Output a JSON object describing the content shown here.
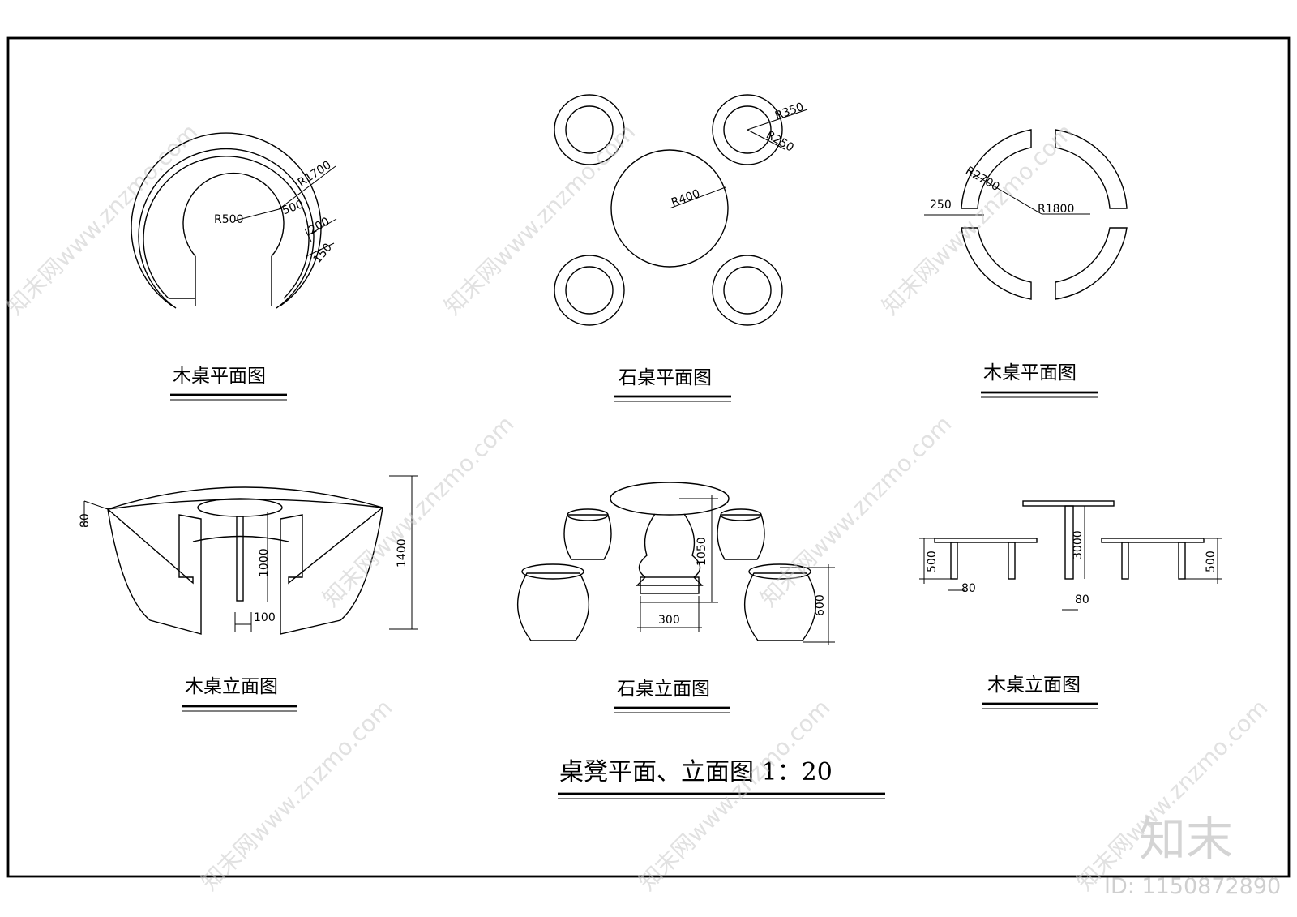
{
  "drawing": {
    "main_title": "桌凳平面、立面图   1：20",
    "views": {
      "wood_plan_1": {
        "title": "木桌平面图",
        "dims": [
          "R500",
          "R1700",
          "500",
          "200",
          "150"
        ]
      },
      "stone_plan": {
        "title": "石桌平面图",
        "dims": [
          "R350",
          "R250",
          "R400"
        ]
      },
      "wood_plan_2": {
        "title": "木桌平面图",
        "dims": [
          "R2700",
          "R1800",
          "250"
        ]
      },
      "wood_elev_1": {
        "title": "木桌立面图",
        "dims": [
          "80",
          "1000",
          "100",
          "1400"
        ]
      },
      "stone_elev": {
        "title": "石桌立面图",
        "dims": [
          "1050",
          "300",
          "600"
        ]
      },
      "wood_elev_2": {
        "title": "木桌立面图",
        "dims": [
          "500",
          "80",
          "3000",
          "80",
          "500"
        ]
      }
    }
  },
  "watermark": {
    "site": "知末网www.znzmo.com",
    "logo": "知末",
    "id": "ID: 1150872890"
  }
}
